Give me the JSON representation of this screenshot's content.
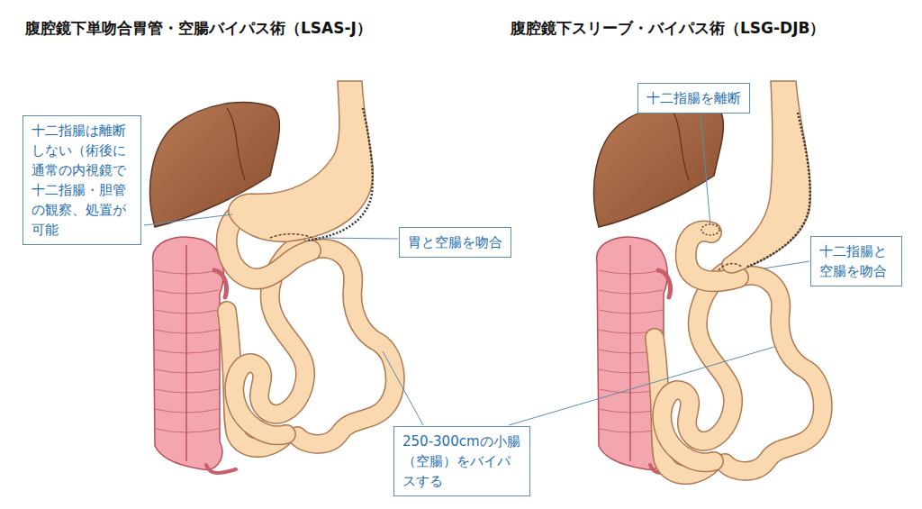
{
  "diagram": {
    "nodes": [
      {
        "text": [
          "十二指腸は離断 しない（術後に 通常の内視鏡で 十二指腸・胆管 の観察、処置が 可能"
        ]
      },
      {
        "text": [
          "胃と空腸を吻合"
        ]
      },
      {
        "text": [
          "十二指腸を離断"
        ]
      },
      {
        "text": [
          "十二指腸と 空腸を吻合"
        ]
      },
      {
        "text": [
          "250-300cmの小腸 （空腸）をバイパ スする"
        ]
      }
    ],
    "labels": [
      "腹腔鏡下単吻合胃管・空腸バイパス術（LSAS-J）",
      "腹腔鏡下スリーブ・バイパス術（LSG-DJB）"
    ]
  }
}
